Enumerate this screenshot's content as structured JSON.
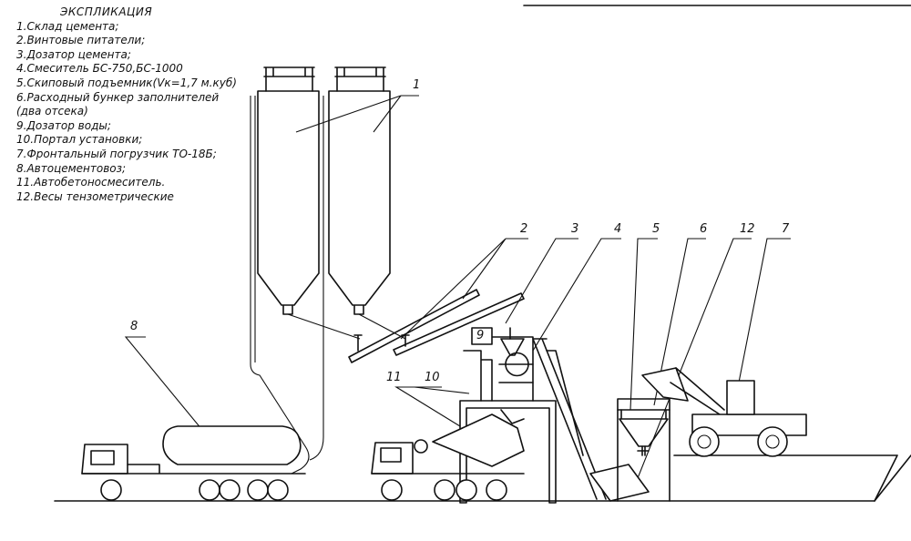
{
  "legend": {
    "title": "ЭКСПЛИКАЦИЯ",
    "items": [
      "1.Склад цемента;",
      "2.Винтовые питатели;",
      "3.Дозатор цемента;",
      "4.Смеситель БС-750,БС-1000",
      "5.Скиповый подъемник(Vк=1,7 м.куб)",
      "6.Расходный бункер заполнителей",
      "(два отсека)",
      "9.Дозатор воды;",
      "10.Портал установки;",
      "7.Фронтальный погрузчик ТО-18Б;",
      "8.Автоцементовоз;",
      "11.Автобетоносмеситель.",
      "12.Весы тензометрические"
    ]
  },
  "callouts": [
    "1",
    "2",
    "3",
    "4",
    "5",
    "6",
    "12",
    "7",
    "8",
    "9",
    "10",
    "11"
  ]
}
